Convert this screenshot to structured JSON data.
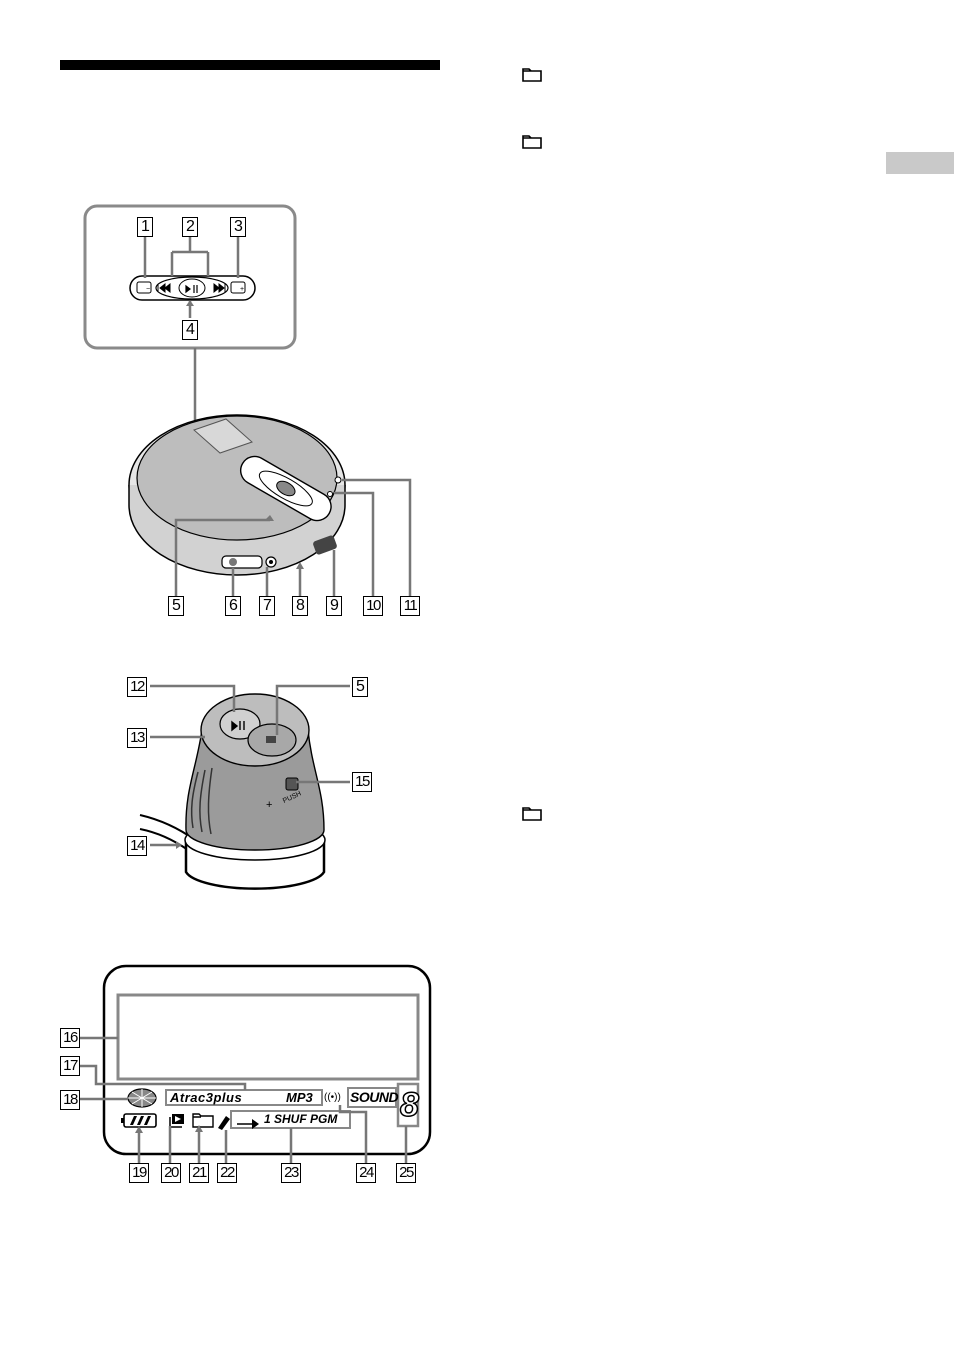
{
  "callouts": {
    "n1": "1",
    "n2": "2",
    "n3": "3",
    "n4": "4",
    "n5": "5",
    "n5b": "5",
    "n6": "6",
    "n7": "7",
    "n8": "8",
    "n9": "9",
    "n10": "10",
    "n11": "11",
    "n12": "12",
    "n13": "13",
    "n14": "14",
    "n15": "15",
    "n16": "16",
    "n17": "17",
    "n18": "18",
    "n19": "19",
    "n20": "20",
    "n21": "21",
    "n22": "22",
    "n23": "23",
    "n24": "24",
    "n25": "25"
  },
  "display": {
    "codec_atrac": "Atrac3plus",
    "codec_mp3": "MP3",
    "sound": "SOUND",
    "play_mode": "1 SHUF PGM",
    "track_digit": "8",
    "surround_symbol": "((•))"
  },
  "remote": {
    "push_label": "PUSH",
    "plus_label": "+",
    "minus_label": "–"
  },
  "icons": [
    "folder-icon",
    "battery-icon",
    "disc-icon",
    "play-icon",
    "repeat-icon",
    "pencil-icon"
  ]
}
